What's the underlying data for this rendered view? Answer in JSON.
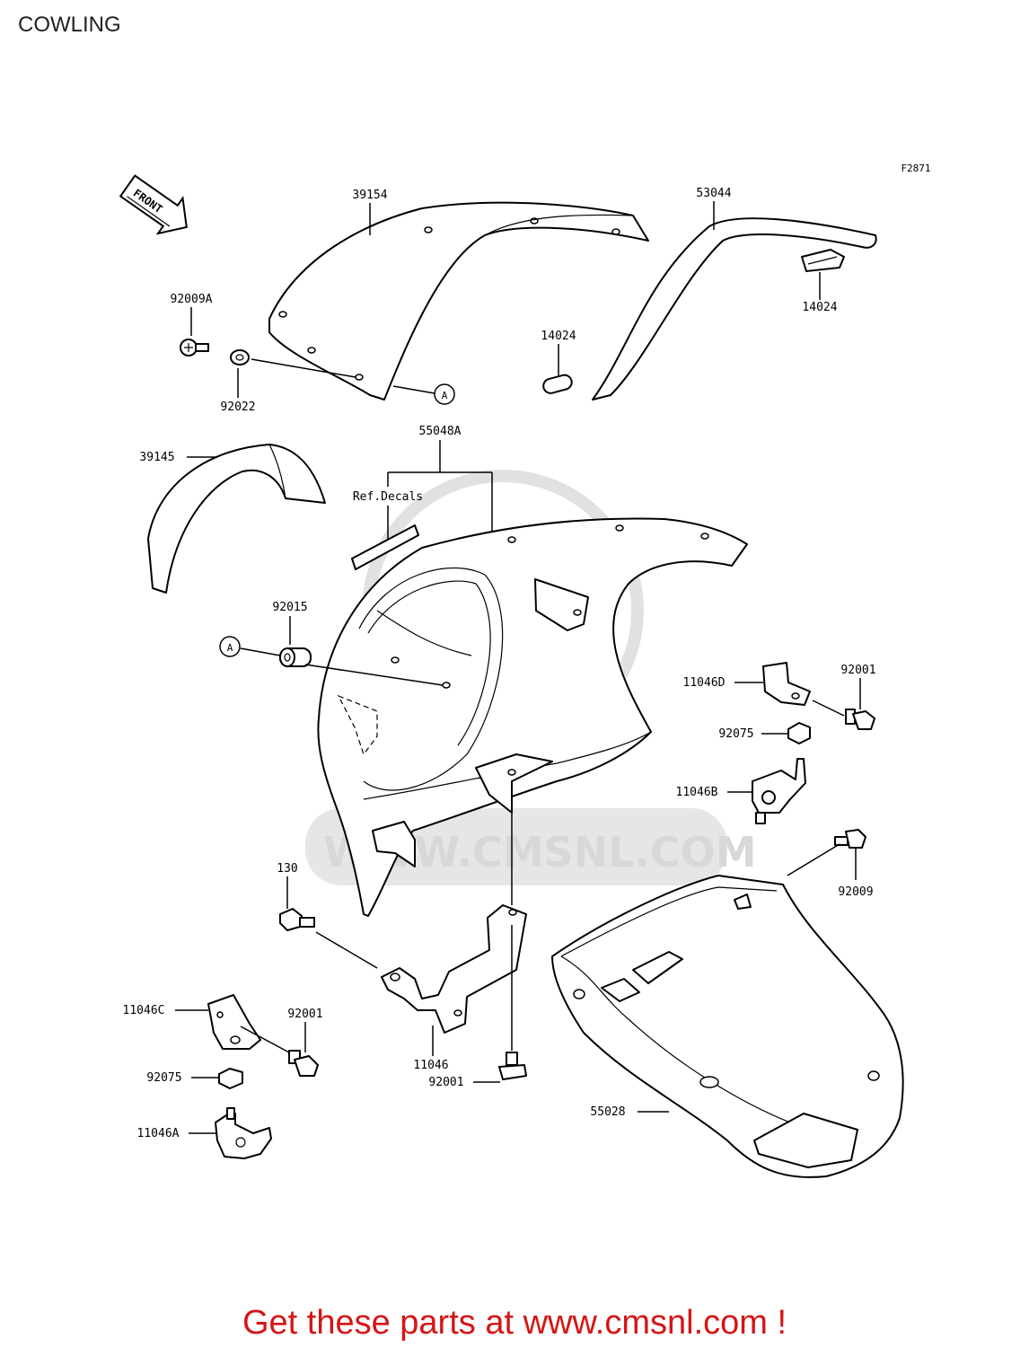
{
  "header": {
    "title": "COWLING"
  },
  "diagram": {
    "figure_code": "F2871",
    "front_label": "FRONT",
    "ref_decals": "Ref.Decals",
    "callout_a": "A",
    "parts": {
      "p39154": "39154",
      "p53044": "53044",
      "p92009A": "92009A",
      "p14024_top": "14024",
      "p14024_mid": "14024",
      "p92022": "92022",
      "p39145": "39145",
      "p55048A": "55048A",
      "p92015": "92015",
      "p11046D": "11046D",
      "p92001_right": "92001",
      "p92075_right": "92075",
      "p11046B": "11046B",
      "p130": "130",
      "p92009": "92009",
      "p11046C": "11046C",
      "p92001_left": "92001",
      "p92075_left": "92075",
      "p11046": "11046",
      "p92001_center": "92001",
      "p55028": "55028",
      "p11046A": "11046A"
    }
  },
  "watermark": {
    "text": "WWW.CMSNL.COM"
  },
  "footer": {
    "text": "Get these parts at www.cmsnl.com !"
  }
}
